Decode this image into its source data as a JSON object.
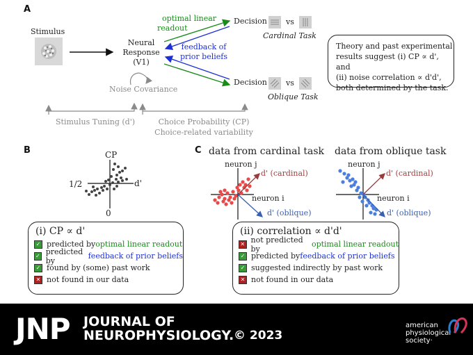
{
  "panel_a": {
    "letter": "A",
    "stimulus_label": "Stimulus",
    "neural_response": [
      "Neural",
      "Response",
      "(V1)"
    ],
    "optimal_readout": [
      "optimal linear",
      "readout"
    ],
    "feedback": [
      "feedback of",
      "prior beliefs"
    ],
    "decision_top": "Decision",
    "decision_bottom": "Decision",
    "vs_top": "vs",
    "vs_bottom": "vs",
    "cardinal_task": "Cardinal Task",
    "oblique_task": "Oblique Task",
    "noise_covariance": "Noise Covariance",
    "stimulus_tuning": "Stimulus Tuning (d')",
    "choice_probability": "Choice Probability (CP)",
    "choice_variability": "Choice-related variability",
    "theory_box": [
      "Theory and past experimental",
      "results suggest (i) CP ∝ d', and",
      "(ii) noise correlation ∝ d'd',",
      "both determined by the task."
    ]
  },
  "panel_b": {
    "letter": "B",
    "cp_label": "CP",
    "d_label": "d'",
    "half_label": "1/2",
    "zero_label": "0",
    "box_title": "(i) CP ∝ d'",
    "items": [
      {
        "status": "yes",
        "prefix": "predicted by ",
        "highlight": "optimal linear readout",
        "color": "green"
      },
      {
        "status": "yes",
        "prefix": "predicted by ",
        "highlight": "feedback of prior beliefs",
        "color": "blue"
      },
      {
        "status": "yes",
        "prefix": "found by (some) past work",
        "highlight": "",
        "color": ""
      },
      {
        "status": "no",
        "prefix": "not found in our data",
        "highlight": "",
        "color": ""
      }
    ]
  },
  "panel_c": {
    "letter": "C",
    "title_cardinal": "data from cardinal task",
    "title_oblique": "data from oblique task",
    "neuron_j": "neuron j",
    "neuron_i": "neuron i",
    "d_cardinal": "d' (cardinal)",
    "d_oblique": "d' (oblique)",
    "box_title": "(ii) correlation ∝ d'd'",
    "items": [
      {
        "status": "no",
        "prefix": "not predicted by ",
        "highlight": "optimal linear readout",
        "color": "green"
      },
      {
        "status": "yes",
        "prefix": "predicted by ",
        "highlight": "feedback of prior beliefs",
        "color": "blue"
      },
      {
        "status": "yes",
        "prefix": "suggested indirectly by past work",
        "highlight": "",
        "color": ""
      },
      {
        "status": "no",
        "prefix": "not found in our data",
        "highlight": "",
        "color": ""
      }
    ]
  },
  "footer": {
    "jnp": "JNP",
    "journal_line1": "JOURNAL OF",
    "journal_line2": "NEUROPHYSIOLOGY.",
    "copyright": "© 2023",
    "aps_lines": [
      "american",
      "physiological",
      "society·"
    ]
  },
  "colors": {
    "green": "#1a8a1a",
    "blue": "#1d2fd6",
    "gray": "#8a8a8a",
    "red_points": "#e84a4a",
    "blue_points": "#4a7fe0",
    "cardinal_arrow": "#9a3a3a",
    "oblique_arrow": "#3a5fb0",
    "check_yes": "#3a9a3a",
    "check_no": "#b02020"
  }
}
